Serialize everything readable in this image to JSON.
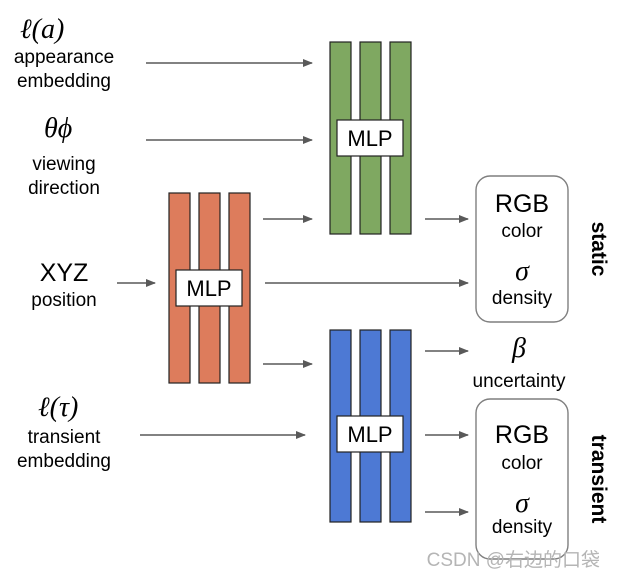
{
  "inputs": {
    "appearance": {
      "symbol": "ℓ(a)",
      "line1": "appearance",
      "line2": "embedding"
    },
    "viewing": {
      "symbol": "θϕ",
      "line1": "viewing",
      "line2": "direction"
    },
    "position": {
      "title": "XYZ",
      "line1": "position"
    },
    "transient": {
      "symbol": "ℓ(τ)",
      "line1": "transient",
      "line2": "embedding"
    }
  },
  "mlp_label": "MLP",
  "static_output": {
    "rgb": "RGB",
    "color": "color",
    "sigma": "σ",
    "density": "density",
    "side_label": "static"
  },
  "uncertainty": {
    "symbol": "β",
    "label": "uncertainty"
  },
  "transient_output": {
    "rgb": "RGB",
    "color": "color",
    "sigma": "σ",
    "density": "density",
    "side_label": "transient"
  },
  "watermark": "CSDN @右边的口袋",
  "colors": {
    "orange": "#dd7c5c",
    "green": "#7fa861",
    "blue": "#4d79d4",
    "arrow": "#595959",
    "box_border": "#7f7f7f"
  }
}
